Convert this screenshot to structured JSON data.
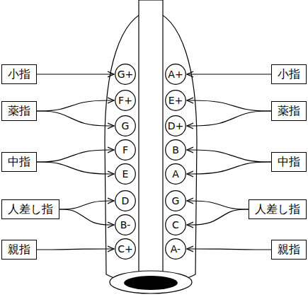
{
  "diagram": {
    "nodes": [
      {
        "text": [
          "小指"
        ]
      },
      {
        "text": [
          "G+"
        ]
      },
      {
        "text": [
          "A+"
        ]
      },
      {
        "text": [
          "小指"
        ]
      },
      {
        "text": [
          "薬指"
        ]
      },
      {
        "text": [
          "F+"
        ]
      },
      {
        "text": [
          "E+"
        ]
      },
      {
        "text": [
          "薬指"
        ]
      },
      {
        "text": [
          "G"
        ]
      },
      {
        "text": [
          "D+"
        ]
      },
      {
        "text": [
          "中指"
        ]
      },
      {
        "text": [
          "F"
        ]
      },
      {
        "text": [
          "B"
        ]
      },
      {
        "text": [
          "中指"
        ]
      },
      {
        "text": [
          "E"
        ]
      },
      {
        "text": [
          "A"
        ]
      },
      {
        "text": [
          "人差し指"
        ]
      },
      {
        "text": [
          "D"
        ]
      },
      {
        "text": [
          "G"
        ]
      },
      {
        "text": [
          "人差し指"
        ]
      },
      {
        "text": [
          "B-"
        ]
      },
      {
        "text": [
          "C"
        ]
      },
      {
        "text": [
          "親指"
        ]
      },
      {
        "text": [
          "C+"
        ]
      },
      {
        "text": [
          "A-"
        ]
      },
      {
        "text": [
          "親指"
        ]
      }
    ],
    "edges": [
      {
        "from": 0,
        "to": 1,
        "arrow": "to"
      },
      {
        "from": 3,
        "to": 2,
        "arrow": "to"
      },
      {
        "from": 4,
        "to": 5,
        "arrow": "to"
      },
      {
        "from": 4,
        "to": 8,
        "arrow": "to"
      },
      {
        "from": 7,
        "to": 6,
        "arrow": "to"
      },
      {
        "from": 7,
        "to": 9,
        "arrow": "to"
      },
      {
        "from": 10,
        "to": 11,
        "arrow": "to"
      },
      {
        "from": 10,
        "to": 14,
        "arrow": "to"
      },
      {
        "from": 13,
        "to": 12,
        "arrow": "to"
      },
      {
        "from": 13,
        "to": 15,
        "arrow": "to"
      },
      {
        "from": 16,
        "to": 17,
        "arrow": "to"
      },
      {
        "from": 16,
        "to": 20,
        "arrow": "to"
      },
      {
        "from": 19,
        "to": 18,
        "arrow": "to"
      },
      {
        "from": 19,
        "to": 21,
        "arrow": "to"
      },
      {
        "from": 22,
        "to": 23,
        "arrow": "to"
      },
      {
        "from": 25,
        "to": 24,
        "arrow": "to"
      }
    ]
  }
}
